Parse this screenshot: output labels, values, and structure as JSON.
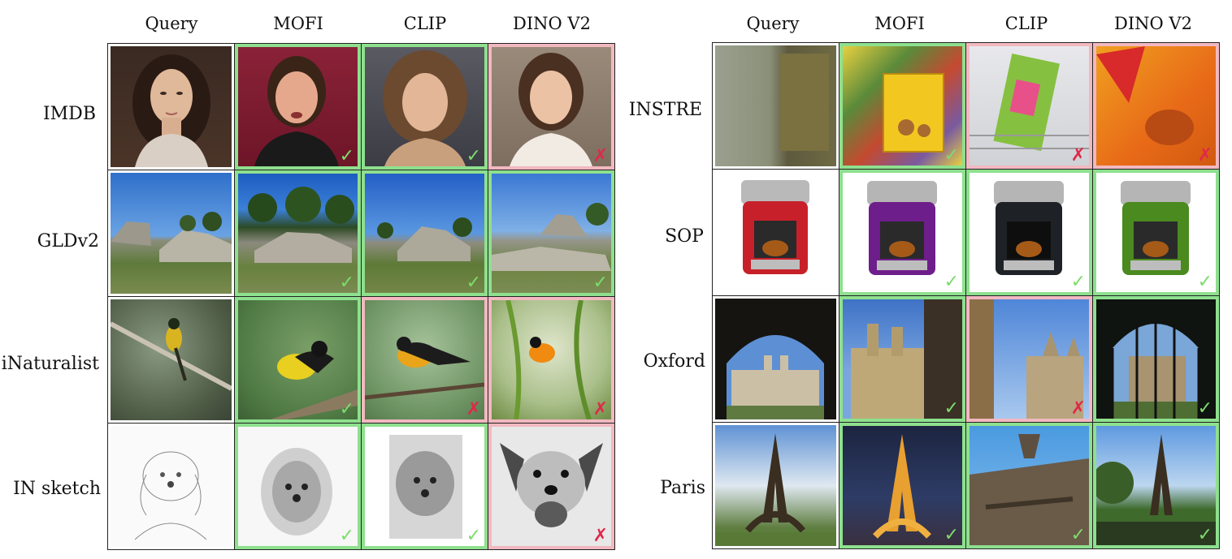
{
  "columns": [
    "Query",
    "MOFI",
    "CLIP",
    "DINO V2"
  ],
  "left_panel": {
    "rows": [
      {
        "label": "IMDB",
        "results": [
          "check",
          "check",
          "cross"
        ]
      },
      {
        "label": "GLDv2",
        "results": [
          "check",
          "check",
          "check"
        ]
      },
      {
        "label": "iNaturalist",
        "results": [
          "check",
          "cross",
          "cross"
        ]
      },
      {
        "label": "IN sketch",
        "results": [
          "check",
          "check",
          "cross"
        ]
      }
    ]
  },
  "right_panel": {
    "rows": [
      {
        "label": "INSTRE",
        "results": [
          "check",
          "cross",
          "cross"
        ]
      },
      {
        "label": "SOP",
        "results": [
          "check",
          "check",
          "check"
        ]
      },
      {
        "label": "Oxford",
        "results": [
          "check",
          "cross",
          "check"
        ]
      },
      {
        "label": "Paris",
        "results": [
          "check",
          "check",
          "check"
        ]
      }
    ]
  },
  "marks": {
    "check": "✓",
    "cross": "✗"
  },
  "colors": {
    "match_border": "#8ee08e",
    "miss_border": "#f2b8c0",
    "check": "#7ddc6c",
    "cross": "#e0284a"
  }
}
